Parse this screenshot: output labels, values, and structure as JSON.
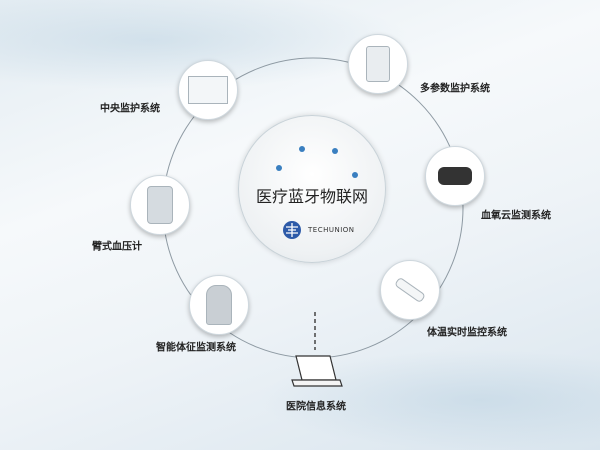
{
  "hub": {
    "title": "医疗蓝牙物联网",
    "brand": "TECHUNION"
  },
  "nodes": {
    "central_monitoring": "中央监护系统",
    "multi_param": "多参数监护系统",
    "blood_oxygen": "血氧云监测系统",
    "blood_pressure": "臂式血压计",
    "temperature": "体温实时监控系统",
    "vital_signs": "智能体征监测系统",
    "his": "医院信息系统"
  },
  "colors": {
    "accent": "#2d5aa8",
    "dot": "#3a7fc0"
  }
}
